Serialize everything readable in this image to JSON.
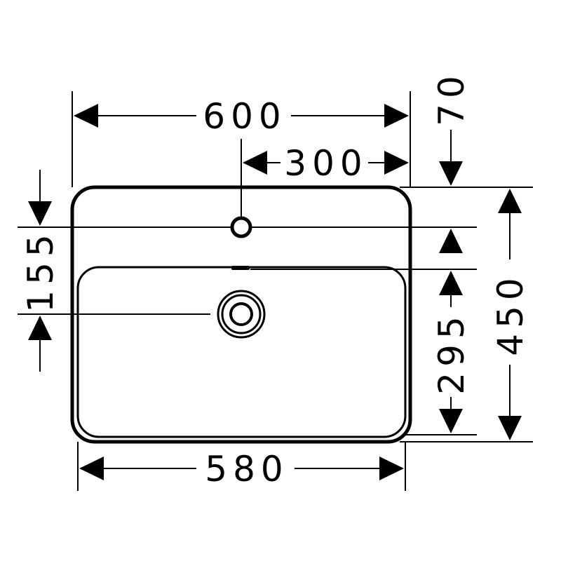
{
  "drawing": {
    "colors": {
      "line": "#000000",
      "background": "#ffffff"
    },
    "dimensions": {
      "overall_width": "600",
      "tap_hole_offset": "300",
      "inner_bowl_width": "580",
      "tap_hole_to_drain": "155",
      "top_offset": "70",
      "bowl_depth": "295",
      "overall_depth": "450"
    }
  }
}
